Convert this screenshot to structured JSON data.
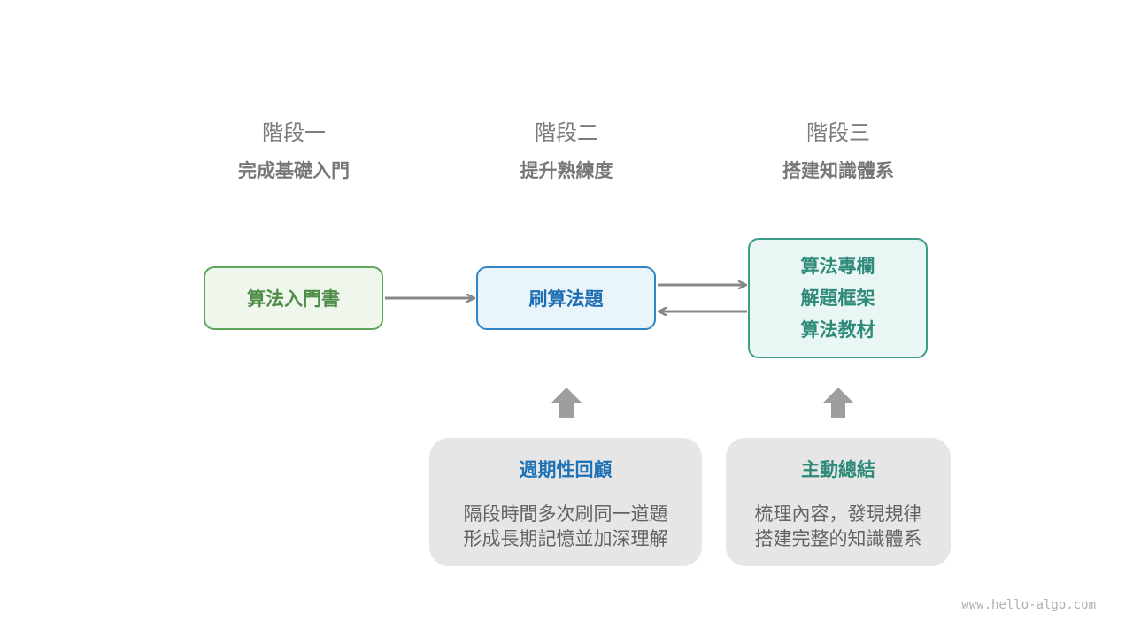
{
  "stages": [
    {
      "title": "階段一",
      "subtitle": "完成基礎入門"
    },
    {
      "title": "階段二",
      "subtitle": "提升熟練度"
    },
    {
      "title": "階段三",
      "subtitle": "搭建知識體系"
    }
  ],
  "boxes": {
    "stage1": {
      "label": "算法入門書"
    },
    "stage2": {
      "label": "刷算法題"
    },
    "stage3": {
      "lines": [
        "算法專欄",
        "解題框架",
        "算法教材"
      ]
    }
  },
  "cards": {
    "review": {
      "title": "週期性回顧",
      "lines": [
        "隔段時間多次刷同一道題",
        "形成長期記憶並加深理解"
      ]
    },
    "summary": {
      "title": "主動總結",
      "lines": [
        "梳理內容，發現規律",
        "搭建完整的知識體系"
      ]
    }
  },
  "watermark": "www.hello-algo.com",
  "colors": {
    "green": "#5fa55c",
    "blue": "#2f84c4",
    "teal": "#3c9c8a",
    "arrow": "#888888",
    "card_bg": "#e6e6e6"
  }
}
